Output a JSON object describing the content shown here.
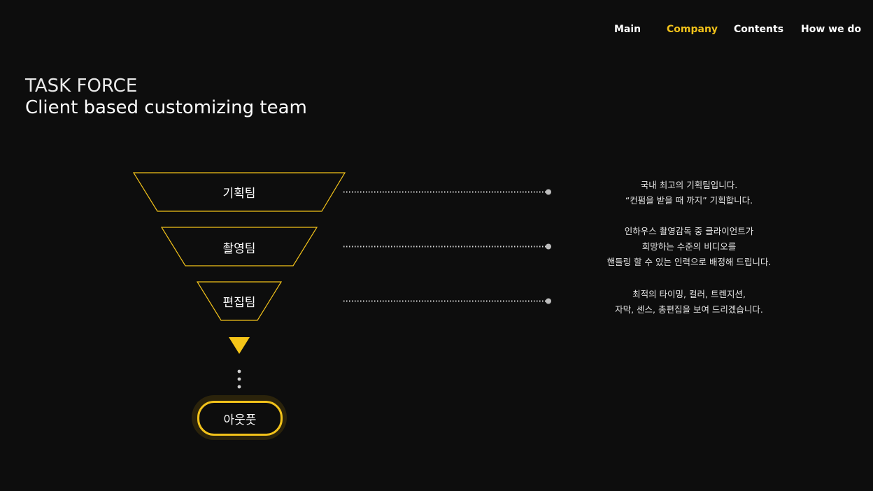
{
  "nav": {
    "items": [
      {
        "label": "Main",
        "active": false
      },
      {
        "label": "Company",
        "active": true
      },
      {
        "label": "Contents",
        "active": false
      },
      {
        "label": "How we do",
        "active": false
      }
    ]
  },
  "hero": {
    "kicker": "TASK FORCE",
    "title": "Client based customizing team"
  },
  "funnel": {
    "stages": [
      {
        "label": "기획팀",
        "description": [
          "국내 최고의 기획팀입니다.",
          "“컨펌을 받을 때 까지” 기획합니다."
        ]
      },
      {
        "label": "촬영팀",
        "description": [
          "인하우스 촬영감독 중 클라이언트가",
          "희망하는 수준의 비디오를",
          "핸들링 할 수 있는 인력으로 배정해 드립니다."
        ]
      },
      {
        "label": "편집팀",
        "description": [
          "최적의 타이밍, 컬러, 트렌지션,",
          "자막, 센스, 총편집을 보여 드리겠습니다."
        ]
      }
    ],
    "output": "아웃풋"
  },
  "colors": {
    "background": "#0d0d0d",
    "accent": "#f2c21a",
    "text": "#ffffff",
    "dotted_line": "#d9d9d9"
  }
}
